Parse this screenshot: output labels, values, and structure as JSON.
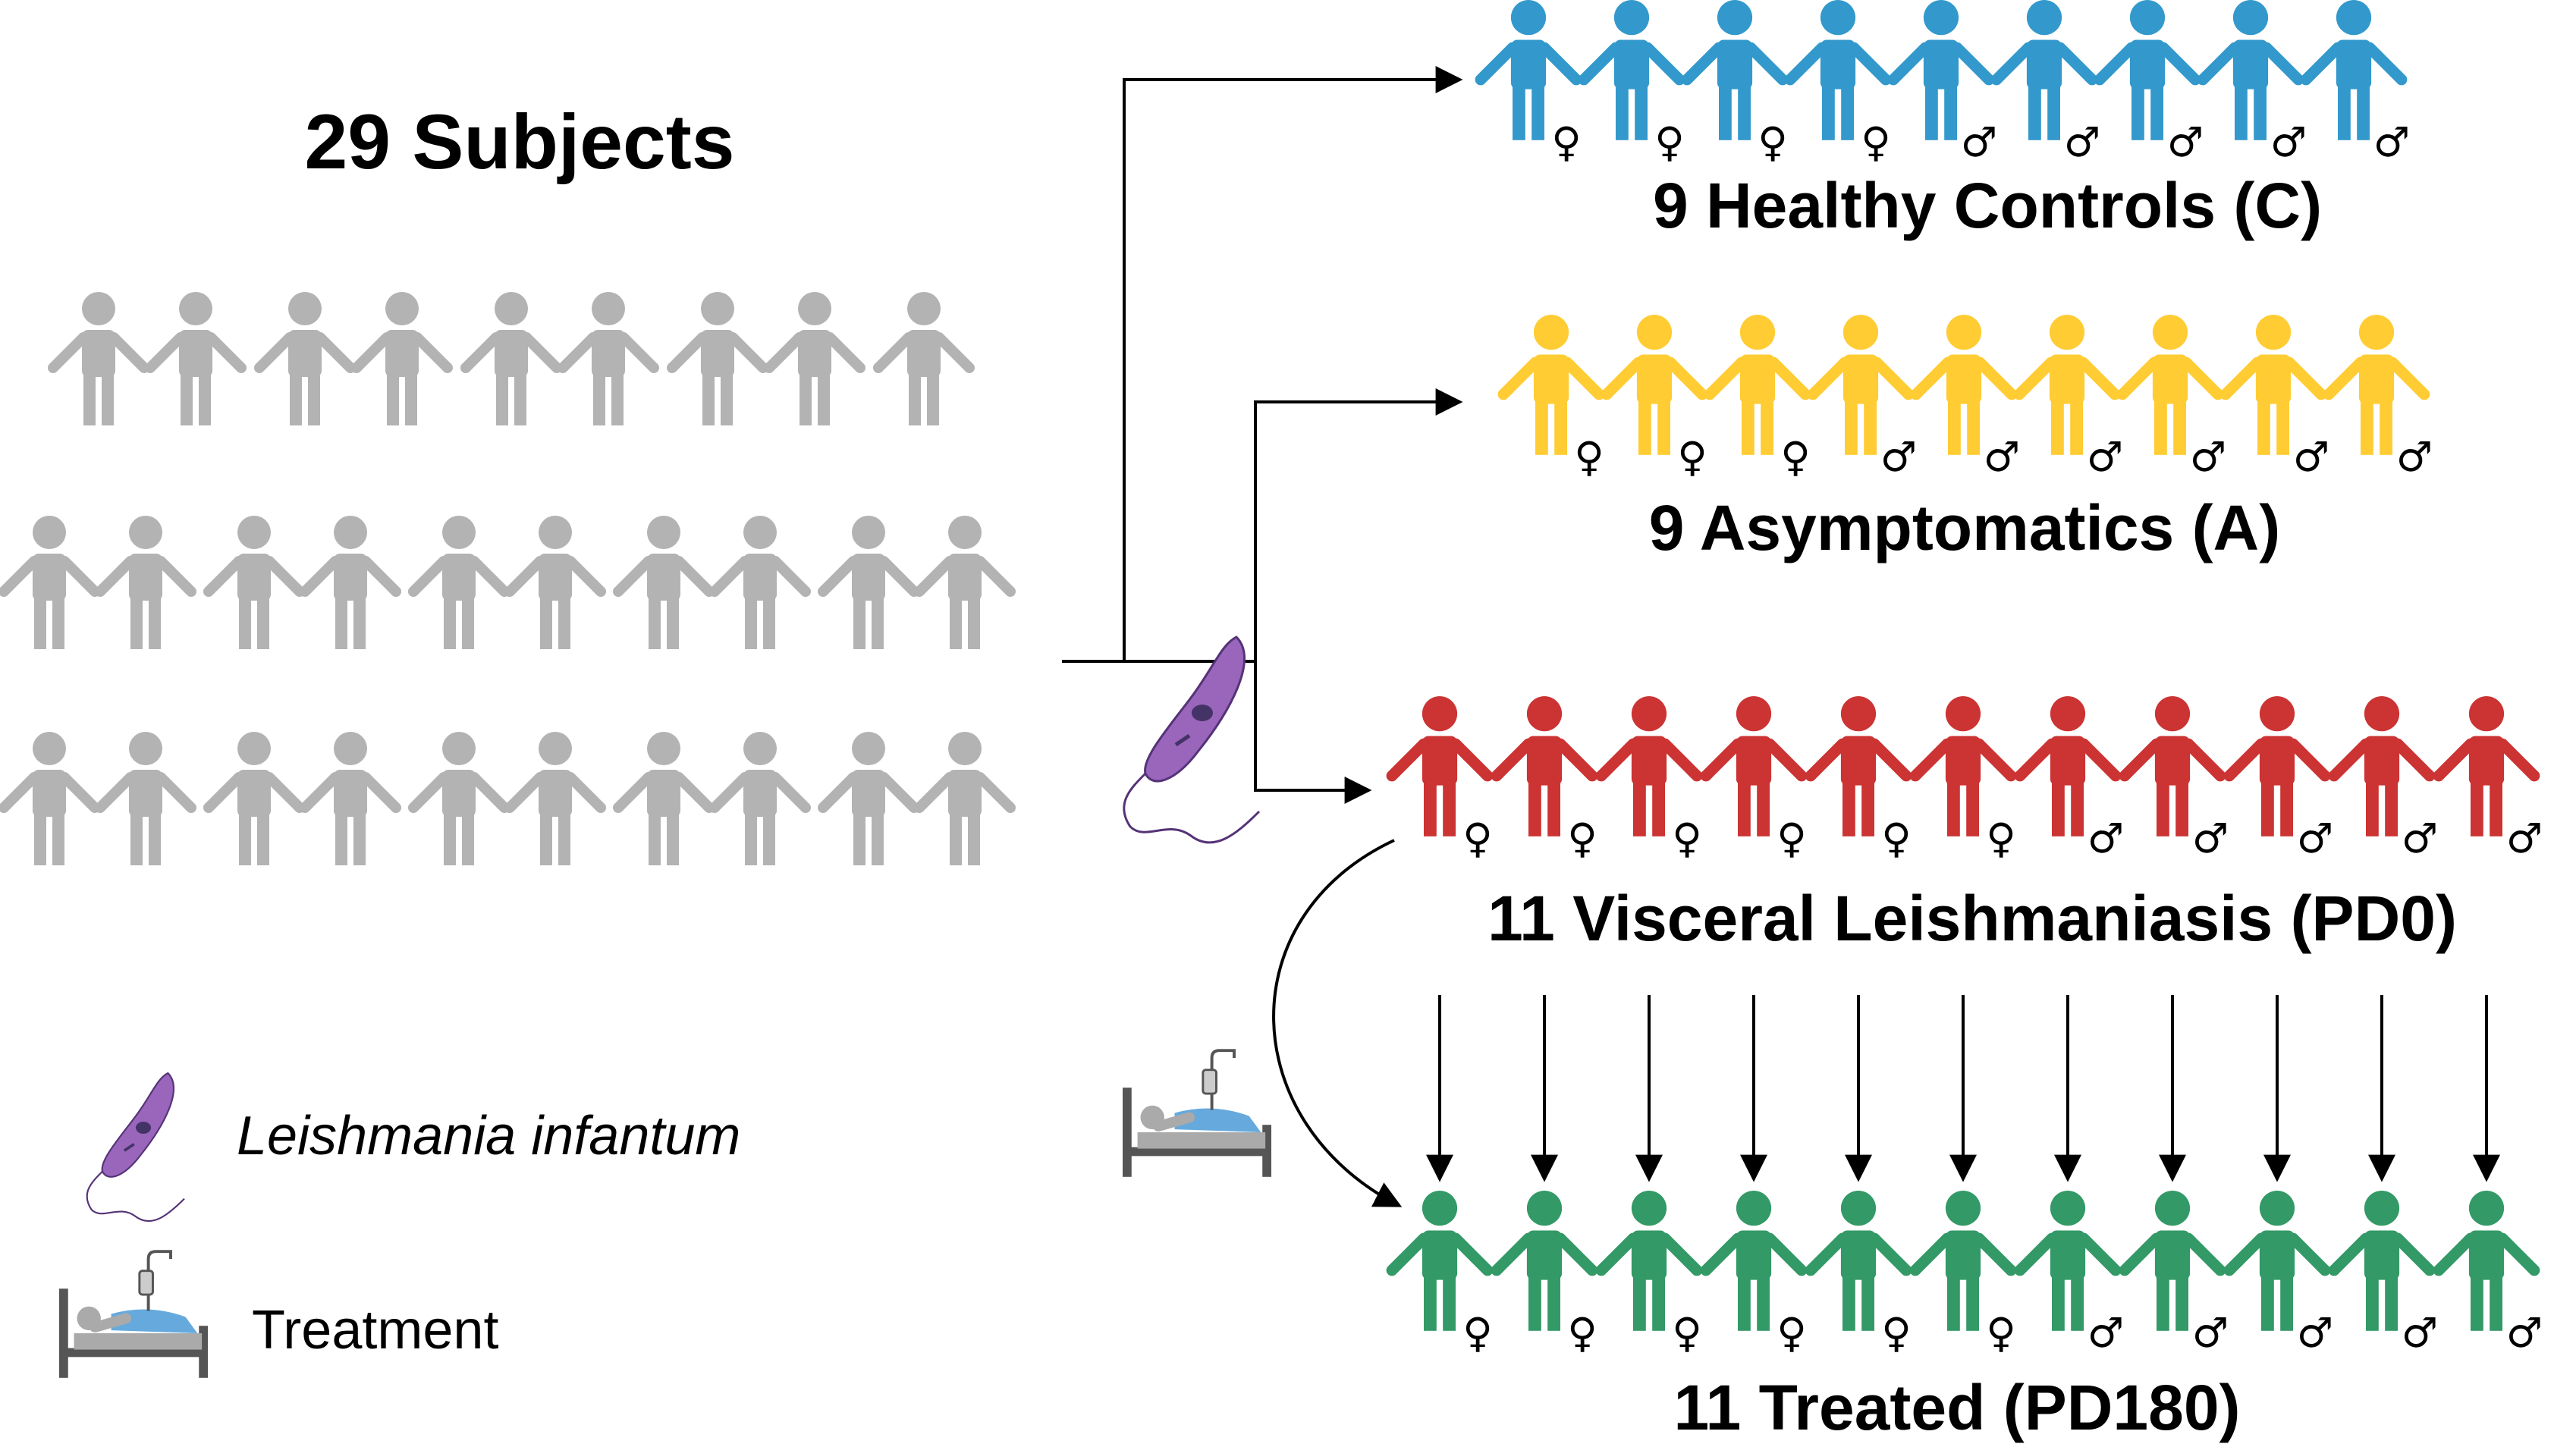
{
  "title": "29 Subjects",
  "colors": {
    "subjects": "#b3b3b3",
    "controls": "#3399cc",
    "asymptomatic": "#ffcc33",
    "vl": "#cc3333",
    "treated": "#339966",
    "parasite": "#9966bb",
    "bed_blanket": "#66aadd",
    "line": "#000000"
  },
  "subject_rows": [
    9,
    10,
    10
  ],
  "groups": [
    {
      "id": "controls",
      "label": "9 Healthy Controls (C)",
      "sexes": [
        "♀",
        "♀",
        "♀",
        "♀",
        "♂",
        "♂",
        "♂",
        "♂",
        "♂"
      ]
    },
    {
      "id": "asymptomatic",
      "label": "9 Asymptomatics (A)",
      "sexes": [
        "♀",
        "♀",
        "♀",
        "♂",
        "♂",
        "♂",
        "♂",
        "♂",
        "♂"
      ]
    },
    {
      "id": "vl",
      "label": "11 Visceral Leishmaniasis (PD0)",
      "sexes": [
        "♀",
        "♀",
        "♀",
        "♀",
        "♀",
        "♀",
        "♂",
        "♂",
        "♂",
        "♂",
        "♂"
      ]
    },
    {
      "id": "treated",
      "label": "11 Treated (PD180)",
      "sexes": [
        "♀",
        "♀",
        "♀",
        "♀",
        "♀",
        "♀",
        "♂",
        "♂",
        "♂",
        "♂",
        "♂"
      ]
    }
  ],
  "legend": {
    "parasite_label": "Leishmania infantum",
    "treatment_label": "Treatment"
  }
}
